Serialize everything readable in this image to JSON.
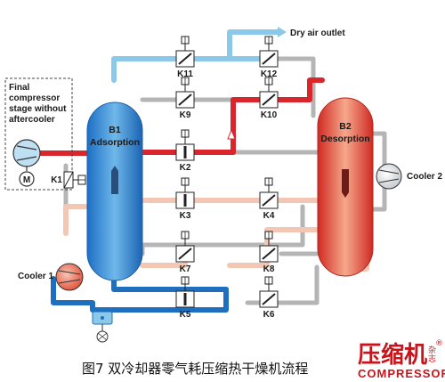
{
  "vessels": {
    "b1_name": "B1",
    "b1_mode": "Adsorption",
    "b2_name": "B2",
    "b2_mode": "Desorption"
  },
  "compressor_label_lines": [
    "Final",
    "compressor",
    "stage without",
    "aftercooler"
  ],
  "motor_label": "M",
  "outlet_label": "Dry air outlet",
  "cooler1_label": "Cooler 1",
  "cooler2_label": "Cooler 2",
  "valves": {
    "k1": "K1",
    "k2": "K2",
    "k3": "K3",
    "k4": "K4",
    "k5": "K5",
    "k6": "K6",
    "k7": "K7",
    "k8": "K8",
    "k9": "K9",
    "k10": "K10",
    "k11": "K11",
    "k12": "K12"
  },
  "caption": "图7  双冷却器零气耗压缩热干燥机流程",
  "watermark": {
    "cn": "压缩机",
    "side": "杂志",
    "en": "COMPRESSOR",
    "mark": "®"
  },
  "colors": {
    "hot": "#d8262c",
    "cold_dark": "#1f6fc0",
    "cold_light": "#8cc8e8",
    "warm_light": "#f4c7b4",
    "grey": "#b5b5b5"
  }
}
